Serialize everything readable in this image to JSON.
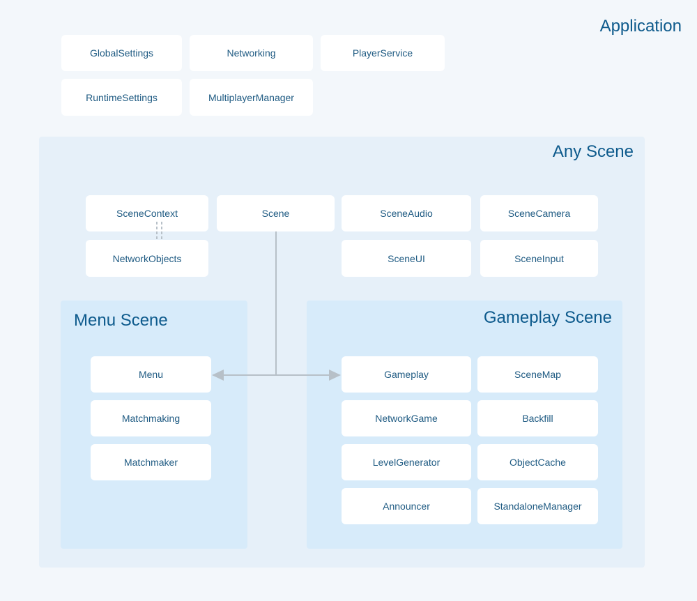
{
  "application": {
    "title": "Application",
    "items": [
      "GlobalSettings",
      "Networking",
      "PlayerService",
      "RuntimeSettings",
      "MultiplayerManager"
    ]
  },
  "any_scene": {
    "title": "Any Scene",
    "items": [
      "SceneContext",
      "Scene",
      "SceneAudio",
      "SceneCamera",
      "NetworkObjects",
      "SceneUI",
      "SceneInput"
    ]
  },
  "menu_scene": {
    "title": "Menu Scene",
    "items": [
      "Menu",
      "Matchmaking",
      "Matchmaker"
    ]
  },
  "gameplay_scene": {
    "title": "Gameplay Scene",
    "items": [
      "Gameplay",
      "SceneMap",
      "NetworkGame",
      "Backfill",
      "LevelGenerator",
      "ObjectCache",
      "Announcer",
      "StandaloneManager"
    ]
  },
  "colors": {
    "background": "#f3f7fb",
    "any_scene_fill": "#e6f0f9",
    "sub_scene_fill": "#d7ebfa",
    "box_fill": "#ffffff",
    "title_text": "#0d5a8c",
    "box_text": "#1e5a82",
    "connector": "#b7c0c8"
  }
}
